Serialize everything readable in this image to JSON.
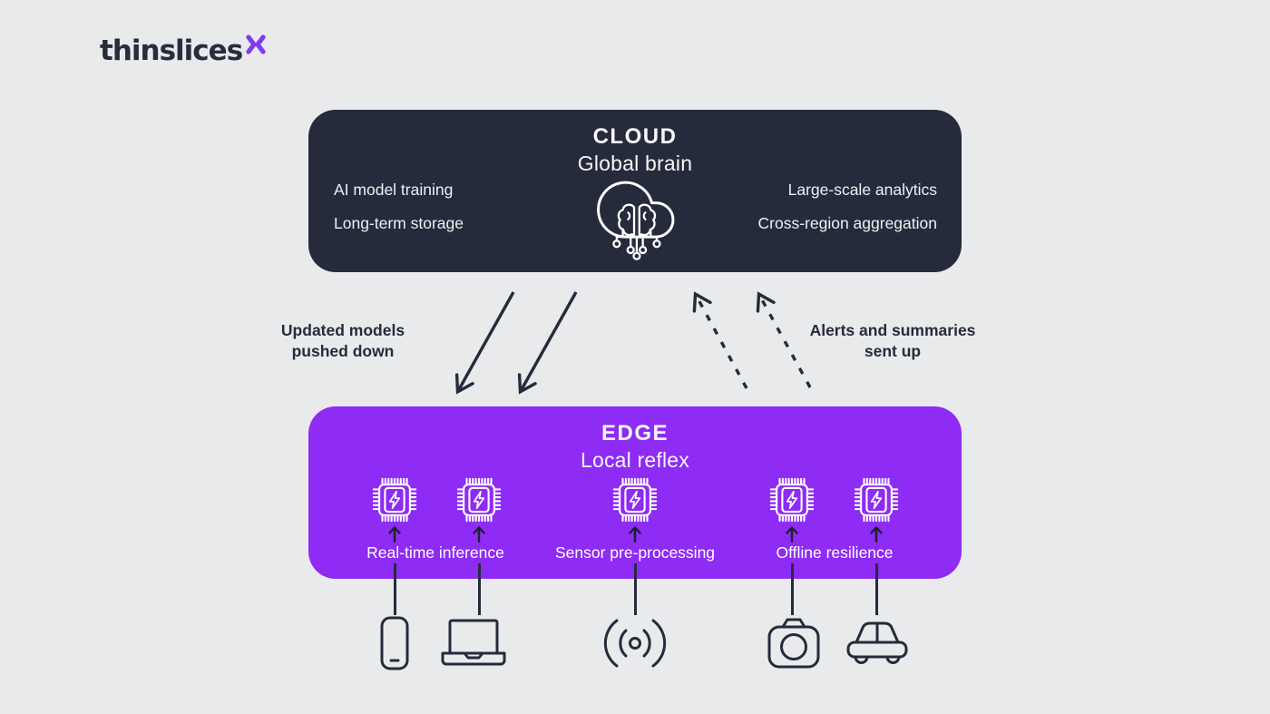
{
  "colors": {
    "background": "#e9eaec",
    "dark_navy": "#262b3b",
    "edge_purple": "#8e2bf4",
    "logo_mark_purple": "#7d3cf3",
    "text_on_dark": "#ffffff"
  },
  "logo": {
    "text": "thinslices",
    "mark_icon": "x-mark-icon"
  },
  "cloud": {
    "title": "CLOUD",
    "subtitle": "Global brain",
    "icon": "cloud-brain-circuit-icon",
    "items_left": [
      "AI model training",
      "Long-term storage"
    ],
    "items_right": [
      "Large-scale analytics",
      "Cross-region aggregation"
    ]
  },
  "flows": {
    "down": {
      "line1": "Updated models",
      "line2": "pushed down",
      "style": "solid-down-arrows"
    },
    "up": {
      "line1": "Alerts and summaries",
      "line2": "sent up",
      "style": "dashed-up-arrows"
    }
  },
  "edge": {
    "title": "EDGE",
    "subtitle": "Local reflex",
    "chip_icon": "chip-bolt-icon",
    "chip_count": 5,
    "capabilities": [
      "Real-time inference",
      "Sensor pre-processing",
      "Offline resilience"
    ]
  },
  "devices": {
    "names": [
      "phone",
      "laptop",
      "wireless-sensor",
      "camera",
      "car"
    ],
    "icons": [
      "phone-icon",
      "laptop-icon",
      "wireless-sensor-icon",
      "camera-icon",
      "car-icon"
    ]
  }
}
